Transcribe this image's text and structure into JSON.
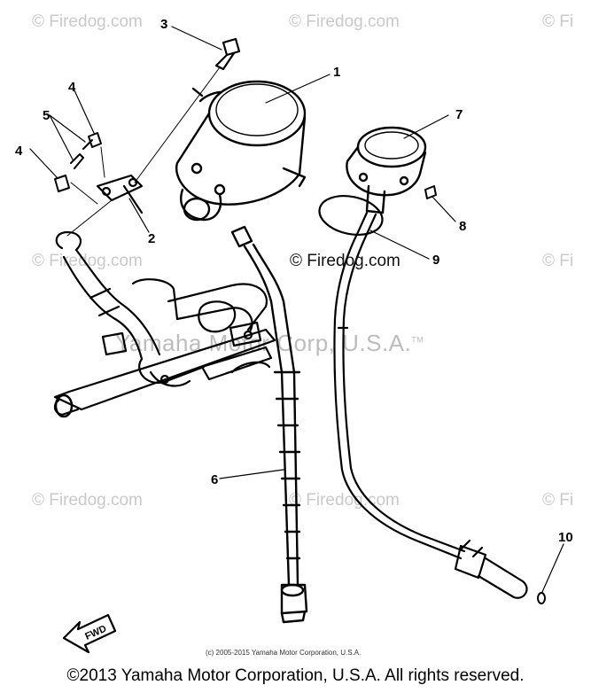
{
  "watermarks": {
    "site": "© Firedog.com",
    "site_cut": "© Fi",
    "overlay": "Yamaha Motor Corp, U.S.A.",
    "overlay_tm": "TM"
  },
  "callouts": [
    "1",
    "2",
    "3",
    "4",
    "4",
    "5",
    "6",
    "7",
    "8",
    "9",
    "10"
  ],
  "fwd_label": "FWD",
  "copyright_small": "(c) 2005-2015 Yamaha Motor Corporation, U.S.A.",
  "copyright": "©2013 Yamaha Motor Corporation, U.S.A. All rights reserved."
}
